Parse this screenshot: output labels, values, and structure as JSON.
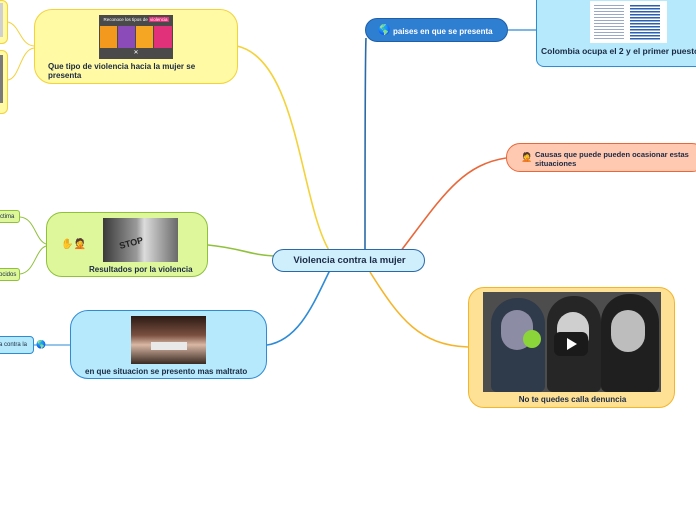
{
  "central": {
    "label": "Violencia contra la mujer"
  },
  "nodes": {
    "tipos": {
      "label": "Que tipo de violencia hacia la mujer se presenta",
      "image_title": "Reconoce los tipos de",
      "image_title_em": "violencia"
    },
    "resultados": {
      "label": "Resultados por la violencia",
      "icons": "✋🤦",
      "image_text": "STOP"
    },
    "situacion": {
      "label": "en que situacion se presento mas maltrato",
      "icon": "🌎"
    },
    "paises": {
      "label": "paises en que se presenta",
      "icon": "🌎",
      "detail": "Colombia ocupa el 2 y el primer puesto"
    },
    "causas": {
      "label": "Causas que puede pueden ocasionar estas situaciones",
      "icon": "🤦"
    },
    "video": {
      "label": "No te quedes calla denuncia"
    }
  },
  "left_chips": {
    "victima": "ctima",
    "conocidos": "ocidos",
    "contra": "a contra la"
  },
  "colors": {
    "yellow_fill": "#fffaa3",
    "yellow_border": "#f3d23a",
    "green_fill": "#ddf79a",
    "green_border": "#8fc13b",
    "blue_fill": "#b6e9fb",
    "blue_border": "#2e8bd6",
    "central_fill": "#cfeffd",
    "central_border": "#2b6aa8",
    "orange_fill": "#ffc8b0",
    "orange_border": "#e9683a",
    "video_fill": "#fee194",
    "video_border": "#f5b52b"
  }
}
